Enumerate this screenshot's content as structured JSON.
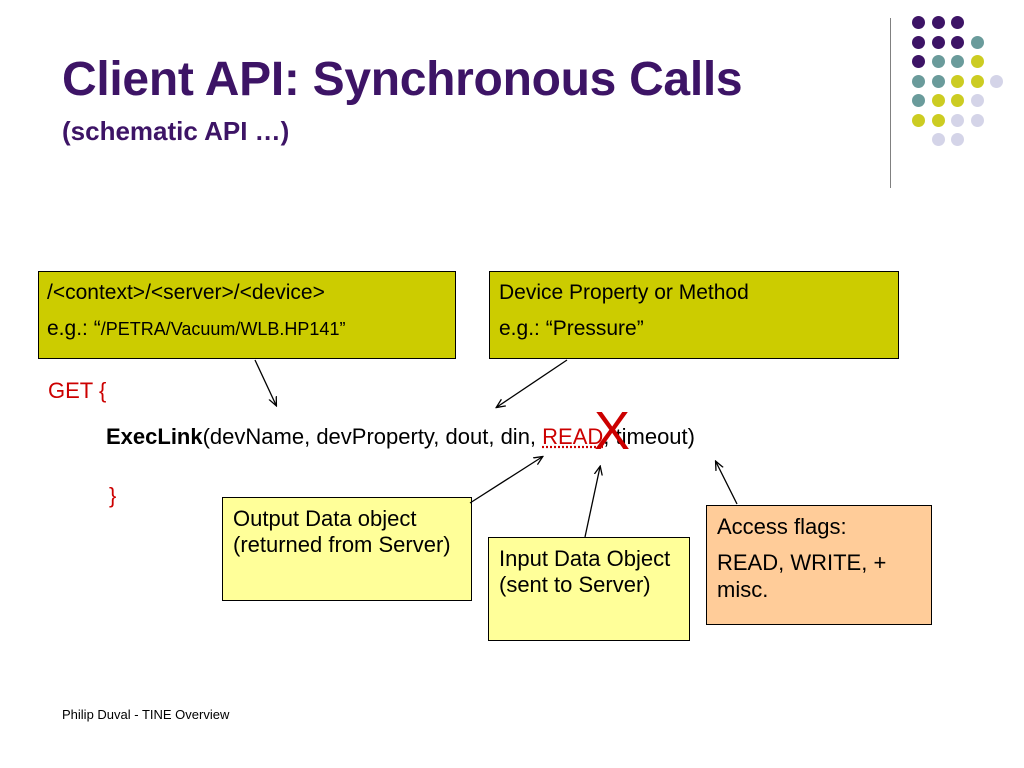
{
  "slide": {
    "title": "Client API: Synchronous Calls",
    "subtitle": "(schematic API …)",
    "footer": "Philip Duval - TINE Overview"
  },
  "colors": {
    "title": "#3d1466",
    "olive_box": "#cccc00",
    "yellow_box": "#ffff99",
    "peach_box": "#ffcc99",
    "red": "#cc0000",
    "dot_purple": "#3d1466",
    "dot_teal": "#6a9b9b",
    "dot_yellow": "#cccc22",
    "dot_lavender": "#d4d4e8"
  },
  "boxes": {
    "device_path": {
      "line1": "/<context>/<server>/<device>",
      "line2_prefix": "e.g.: “",
      "line2_value": "/PETRA/Vacuum/WLB.HP141”"
    },
    "device_property": {
      "line1": "Device Property or Method",
      "line2": "e.g.: “Pressure”"
    },
    "output_data": {
      "text": "Output Data object (returned from Server)"
    },
    "input_data": {
      "text": "Input Data Object (sent to Server)"
    },
    "access_flags": {
      "line1": "Access flags:",
      "line2": "READ, WRITE, + misc."
    }
  },
  "code": {
    "get_open": "GET {",
    "function_name": "ExecLink",
    "args_before": "(devName, devProperty, dout, din, ",
    "access_arg": "READ",
    "args_after": ", timeout)",
    "close_brace": "}",
    "cross_mark": "X"
  },
  "logo_dots": [
    [
      "purple",
      "purple",
      "purple"
    ],
    [
      "purple",
      "purple",
      "purple",
      "teal"
    ],
    [
      "purple",
      "teal",
      "teal",
      "yellow"
    ],
    [
      "teal",
      "teal",
      "yellow",
      "yellow",
      "lavender"
    ],
    [
      "teal",
      "yellow",
      "yellow",
      "lavender"
    ],
    [
      "yellow",
      "yellow",
      "lavender",
      "lavender"
    ],
    [
      "lavender",
      "lavender"
    ]
  ]
}
